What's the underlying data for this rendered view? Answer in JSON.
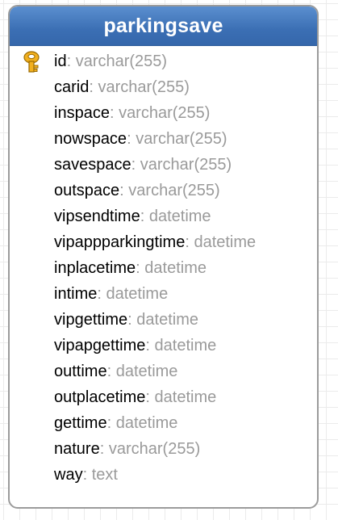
{
  "table": {
    "title": "parkingsave",
    "separator": ":",
    "primary_key_icon": "key-icon",
    "columns": [
      {
        "name": "id",
        "type": "varchar(255)",
        "primary_key": true
      },
      {
        "name": "carid",
        "type": "varchar(255)"
      },
      {
        "name": "inspace",
        "type": "varchar(255)"
      },
      {
        "name": "nowspace",
        "type": "varchar(255)"
      },
      {
        "name": "savespace",
        "type": "varchar(255)"
      },
      {
        "name": "outspace",
        "type": "varchar(255)"
      },
      {
        "name": "vipsendtime",
        "type": "datetime"
      },
      {
        "name": "vipappparkingtime",
        "type": "datetime"
      },
      {
        "name": "inplacetime",
        "type": "datetime"
      },
      {
        "name": "intime",
        "type": "datetime"
      },
      {
        "name": "vipgettime",
        "type": "datetime"
      },
      {
        "name": "vipapgettime",
        "type": "datetime"
      },
      {
        "name": "outtime",
        "type": "datetime"
      },
      {
        "name": "outplacetime",
        "type": "datetime"
      },
      {
        "name": "gettime",
        "type": "datetime"
      },
      {
        "name": "nature",
        "type": "varchar(255)"
      },
      {
        "name": "way",
        "type": "text"
      }
    ]
  },
  "colors": {
    "header_top": "#5b8fcf",
    "header_bottom": "#3567ab",
    "column_name": "#000000",
    "column_type": "#9a9a9a",
    "key_icon": "#f2b01e"
  }
}
